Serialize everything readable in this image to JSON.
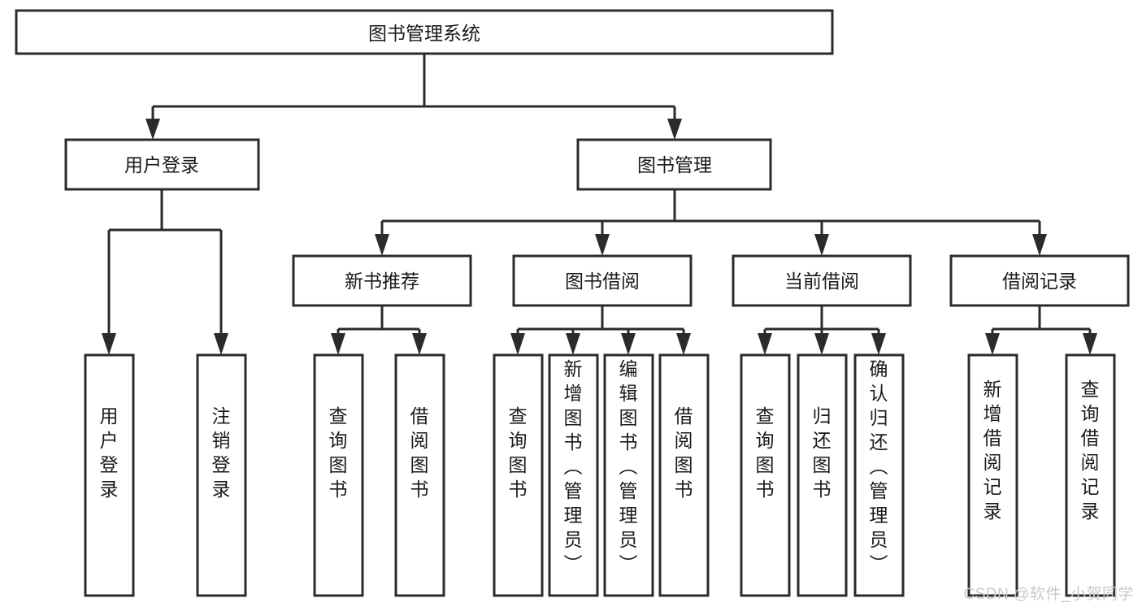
{
  "diagram": {
    "type": "tree-hierarchy",
    "title": "图书管理系统",
    "root": {
      "id": "root",
      "label": "图书管理系统"
    },
    "level2": [
      {
        "id": "user-login",
        "label": "用户登录"
      },
      {
        "id": "book-manage",
        "label": "图书管理"
      }
    ],
    "level3": [
      {
        "id": "new-book-recommend",
        "label": "新书推荐",
        "parent": "book-manage"
      },
      {
        "id": "book-borrow",
        "label": "图书借阅",
        "parent": "book-manage"
      },
      {
        "id": "current-borrow",
        "label": "当前借阅",
        "parent": "book-manage"
      },
      {
        "id": "borrow-record",
        "label": "借阅记录",
        "parent": "book-manage"
      }
    ],
    "leaves": {
      "user-login": [
        {
          "id": "leaf-user-login",
          "label": "用户登录"
        },
        {
          "id": "leaf-user-logout",
          "label": "注销登录"
        }
      ],
      "new-book-recommend": [
        {
          "id": "leaf-query-book-1",
          "label": "查询图书"
        },
        {
          "id": "leaf-borrow-book-1",
          "label": "借阅图书"
        }
      ],
      "book-borrow": [
        {
          "id": "leaf-query-book-2",
          "label": "查询图书"
        },
        {
          "id": "leaf-add-book",
          "label": "新增图书（管理员）"
        },
        {
          "id": "leaf-edit-book",
          "label": "编辑图书（管理员）"
        },
        {
          "id": "leaf-borrow-book-2",
          "label": "借阅图书"
        }
      ],
      "current-borrow": [
        {
          "id": "leaf-query-book-3",
          "label": "查询图书"
        },
        {
          "id": "leaf-return-book",
          "label": "归还图书"
        },
        {
          "id": "leaf-confirm-return",
          "label": "确认归还（管理员）"
        }
      ],
      "borrow-record": [
        {
          "id": "leaf-add-record",
          "label": "新增借阅记录"
        },
        {
          "id": "leaf-query-record",
          "label": "查询借阅记录"
        }
      ]
    }
  },
  "watermark": {
    "text": "CSDN @软件_小贺同学"
  },
  "colors": {
    "stroke": "#2b2b2b",
    "fill": "#ffffff",
    "text": "#1a1a1a",
    "watermark": "#c9c9c9"
  }
}
